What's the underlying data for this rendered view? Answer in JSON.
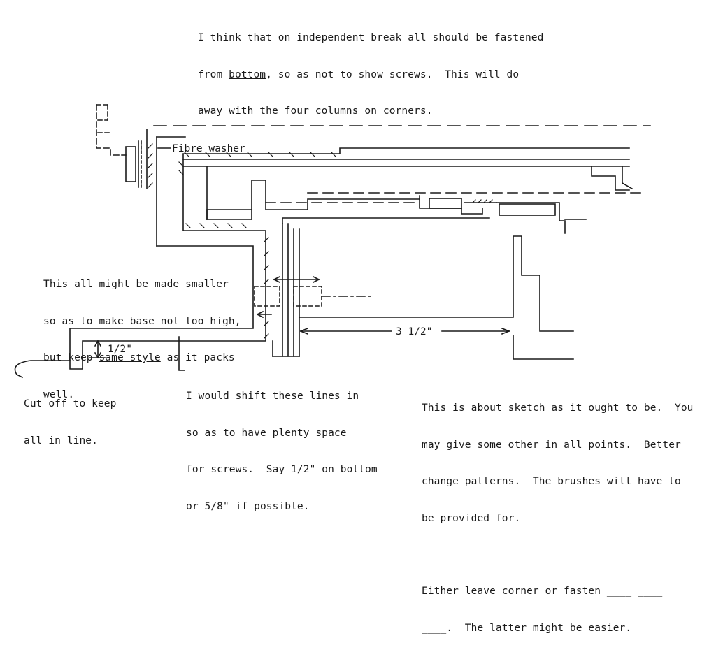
{
  "top_note": {
    "line1": "I think that on independent break all should be fastened",
    "line2_pre": "from ",
    "line2_u": "bottom",
    "line2_post": ", so as not to show screws.  This will do",
    "line3": "away with the four columns on corners."
  },
  "labels": {
    "fibre_washer": "Fibre washer",
    "half_inch": "1/2\"",
    "three_half": "3 1/2\""
  },
  "left_note": {
    "line1": "This all might be made smaller",
    "line2": "so as to make base not too high,",
    "line3_pre": "but keep ",
    "line3_u": "same style",
    "line3_post": " as it packs",
    "line4": "well."
  },
  "cut_note": {
    "line1": "Cut off to keep",
    "line2": "all in line."
  },
  "shift_note": {
    "line1_pre": "I ",
    "line1_u": "would",
    "line1_post": " shift these lines in",
    "line2": "so as to have plenty space",
    "line3": "for screws.  Say 1/2\" on bottom",
    "line4": "or 5/8\" if possible."
  },
  "right_note": {
    "line1": "This is about sketch as it ought to be.  You",
    "line2": "may give some other in all points.  Better",
    "line3": "change patterns.  The brushes will have to",
    "line4": "be provided for.",
    "line5": "Either leave corner or fasten ____ ____",
    "line6": "____.  The latter might be easier."
  }
}
